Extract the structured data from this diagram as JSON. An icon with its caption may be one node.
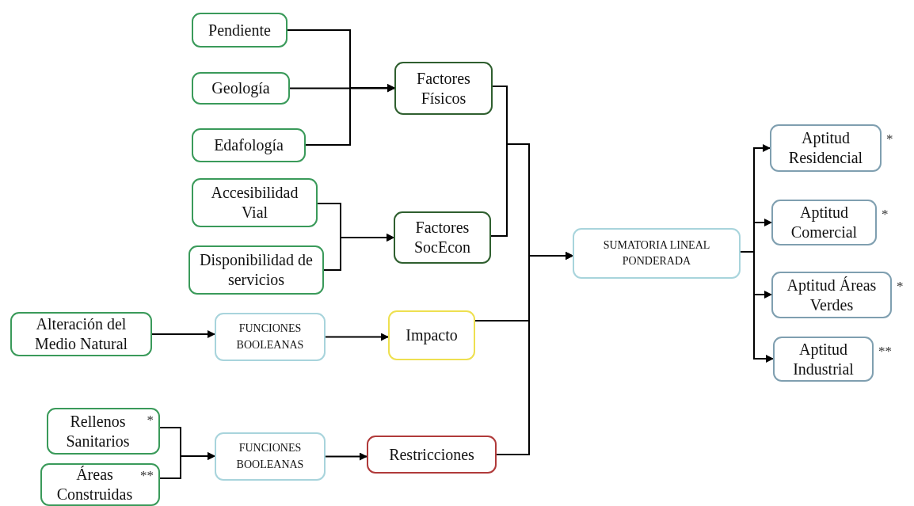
{
  "diagram": {
    "nodes": [
      {
        "text": [
          "Pendiente"
        ]
      },
      {
        "text": [
          "Geología"
        ]
      },
      {
        "text": [
          "Edafología"
        ]
      },
      {
        "text": [
          "Accesibilidad Vial"
        ]
      },
      {
        "text": [
          "Disponibilidad de servicios"
        ]
      },
      {
        "text": [
          "Factores Físicos"
        ]
      },
      {
        "text": [
          "Factores SocEcon"
        ]
      },
      {
        "text": [
          "Alteración del Medio Natural"
        ]
      },
      {
        "text": [
          "FUNCIONES BOOLEANAS"
        ]
      },
      {
        "text": [
          "Impacto"
        ]
      },
      {
        "text": [
          "Rellenos Sanitarios",
          "*"
        ]
      },
      {
        "text": [
          "Áreas Construidas",
          "**"
        ]
      },
      {
        "text": [
          "FUNCIONES BOOLEANAS"
        ]
      },
      {
        "text": [
          "Restricciones"
        ]
      },
      {
        "text": [
          "SUMATORIA LINEAL PONDERADA"
        ]
      },
      {
        "text": [
          "Aptitud Residencial"
        ],
        "beside": [
          "*"
        ]
      },
      {
        "text": [
          "Aptitud Comercial"
        ],
        "beside": [
          "*"
        ]
      },
      {
        "text": [
          "Aptitud Áreas Verdes"
        ],
        "beside": [
          "*"
        ]
      },
      {
        "text": [
          "Aptitud Industrial"
        ],
        "beside": [
          "**"
        ]
      }
    ],
    "edges": [
      {
        "from": 0,
        "to": 5,
        "arrow": "to"
      },
      {
        "from": 1,
        "to": 5,
        "arrow": "to"
      },
      {
        "from": 2,
        "to": 5,
        "arrow": "to"
      },
      {
        "from": 3,
        "to": 6,
        "arrow": "to"
      },
      {
        "from": 4,
        "to": 6,
        "arrow": "to"
      },
      {
        "from": 5,
        "to": 14,
        "arrow": "to"
      },
      {
        "from": 6,
        "to": 14,
        "arrow": "to"
      },
      {
        "from": 7,
        "to": 8,
        "arrow": "to"
      },
      {
        "from": 8,
        "to": 9,
        "arrow": "to"
      },
      {
        "from": 9,
        "to": 14,
        "arrow": "to"
      },
      {
        "from": 10,
        "to": 12,
        "arrow": "to"
      },
      {
        "from": 11,
        "to": 12,
        "arrow": "to"
      },
      {
        "from": 12,
        "to": 13,
        "arrow": "to"
      },
      {
        "from": 13,
        "to": 14,
        "arrow": "to"
      },
      {
        "from": 14,
        "to": 15,
        "arrow": "to"
      },
      {
        "from": 14,
        "to": 16,
        "arrow": "to"
      },
      {
        "from": 14,
        "to": 17,
        "arrow": "to"
      },
      {
        "from": 14,
        "to": 18,
        "arrow": "to"
      }
    ]
  }
}
